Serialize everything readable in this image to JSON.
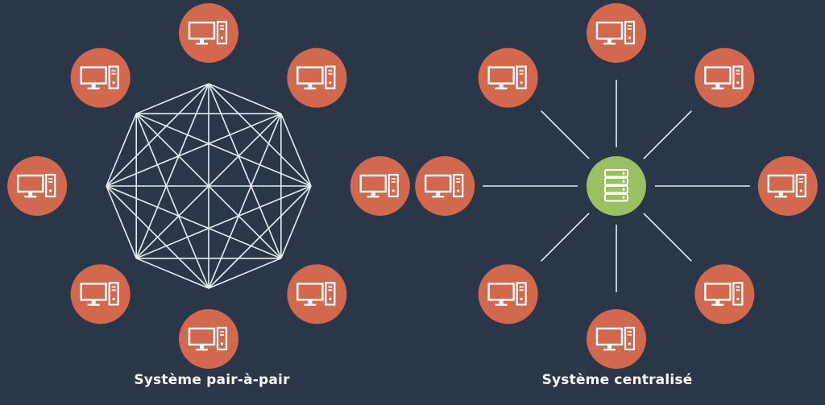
{
  "colors": {
    "background": "#2a3749",
    "computer_node": "#d2694e",
    "server_node": "#9bbf63",
    "line": "#e8edf2",
    "icon": "#ffffff"
  },
  "peer_to_peer": {
    "label": "Système pair-à-pair",
    "node_count": 8,
    "node_icon": "desktop-computer-icon",
    "connection": "full-mesh"
  },
  "centralized": {
    "label": "Système centralisé",
    "node_count": 8,
    "node_icon": "desktop-computer-icon",
    "hub_icon": "server-icon",
    "connection": "star"
  }
}
